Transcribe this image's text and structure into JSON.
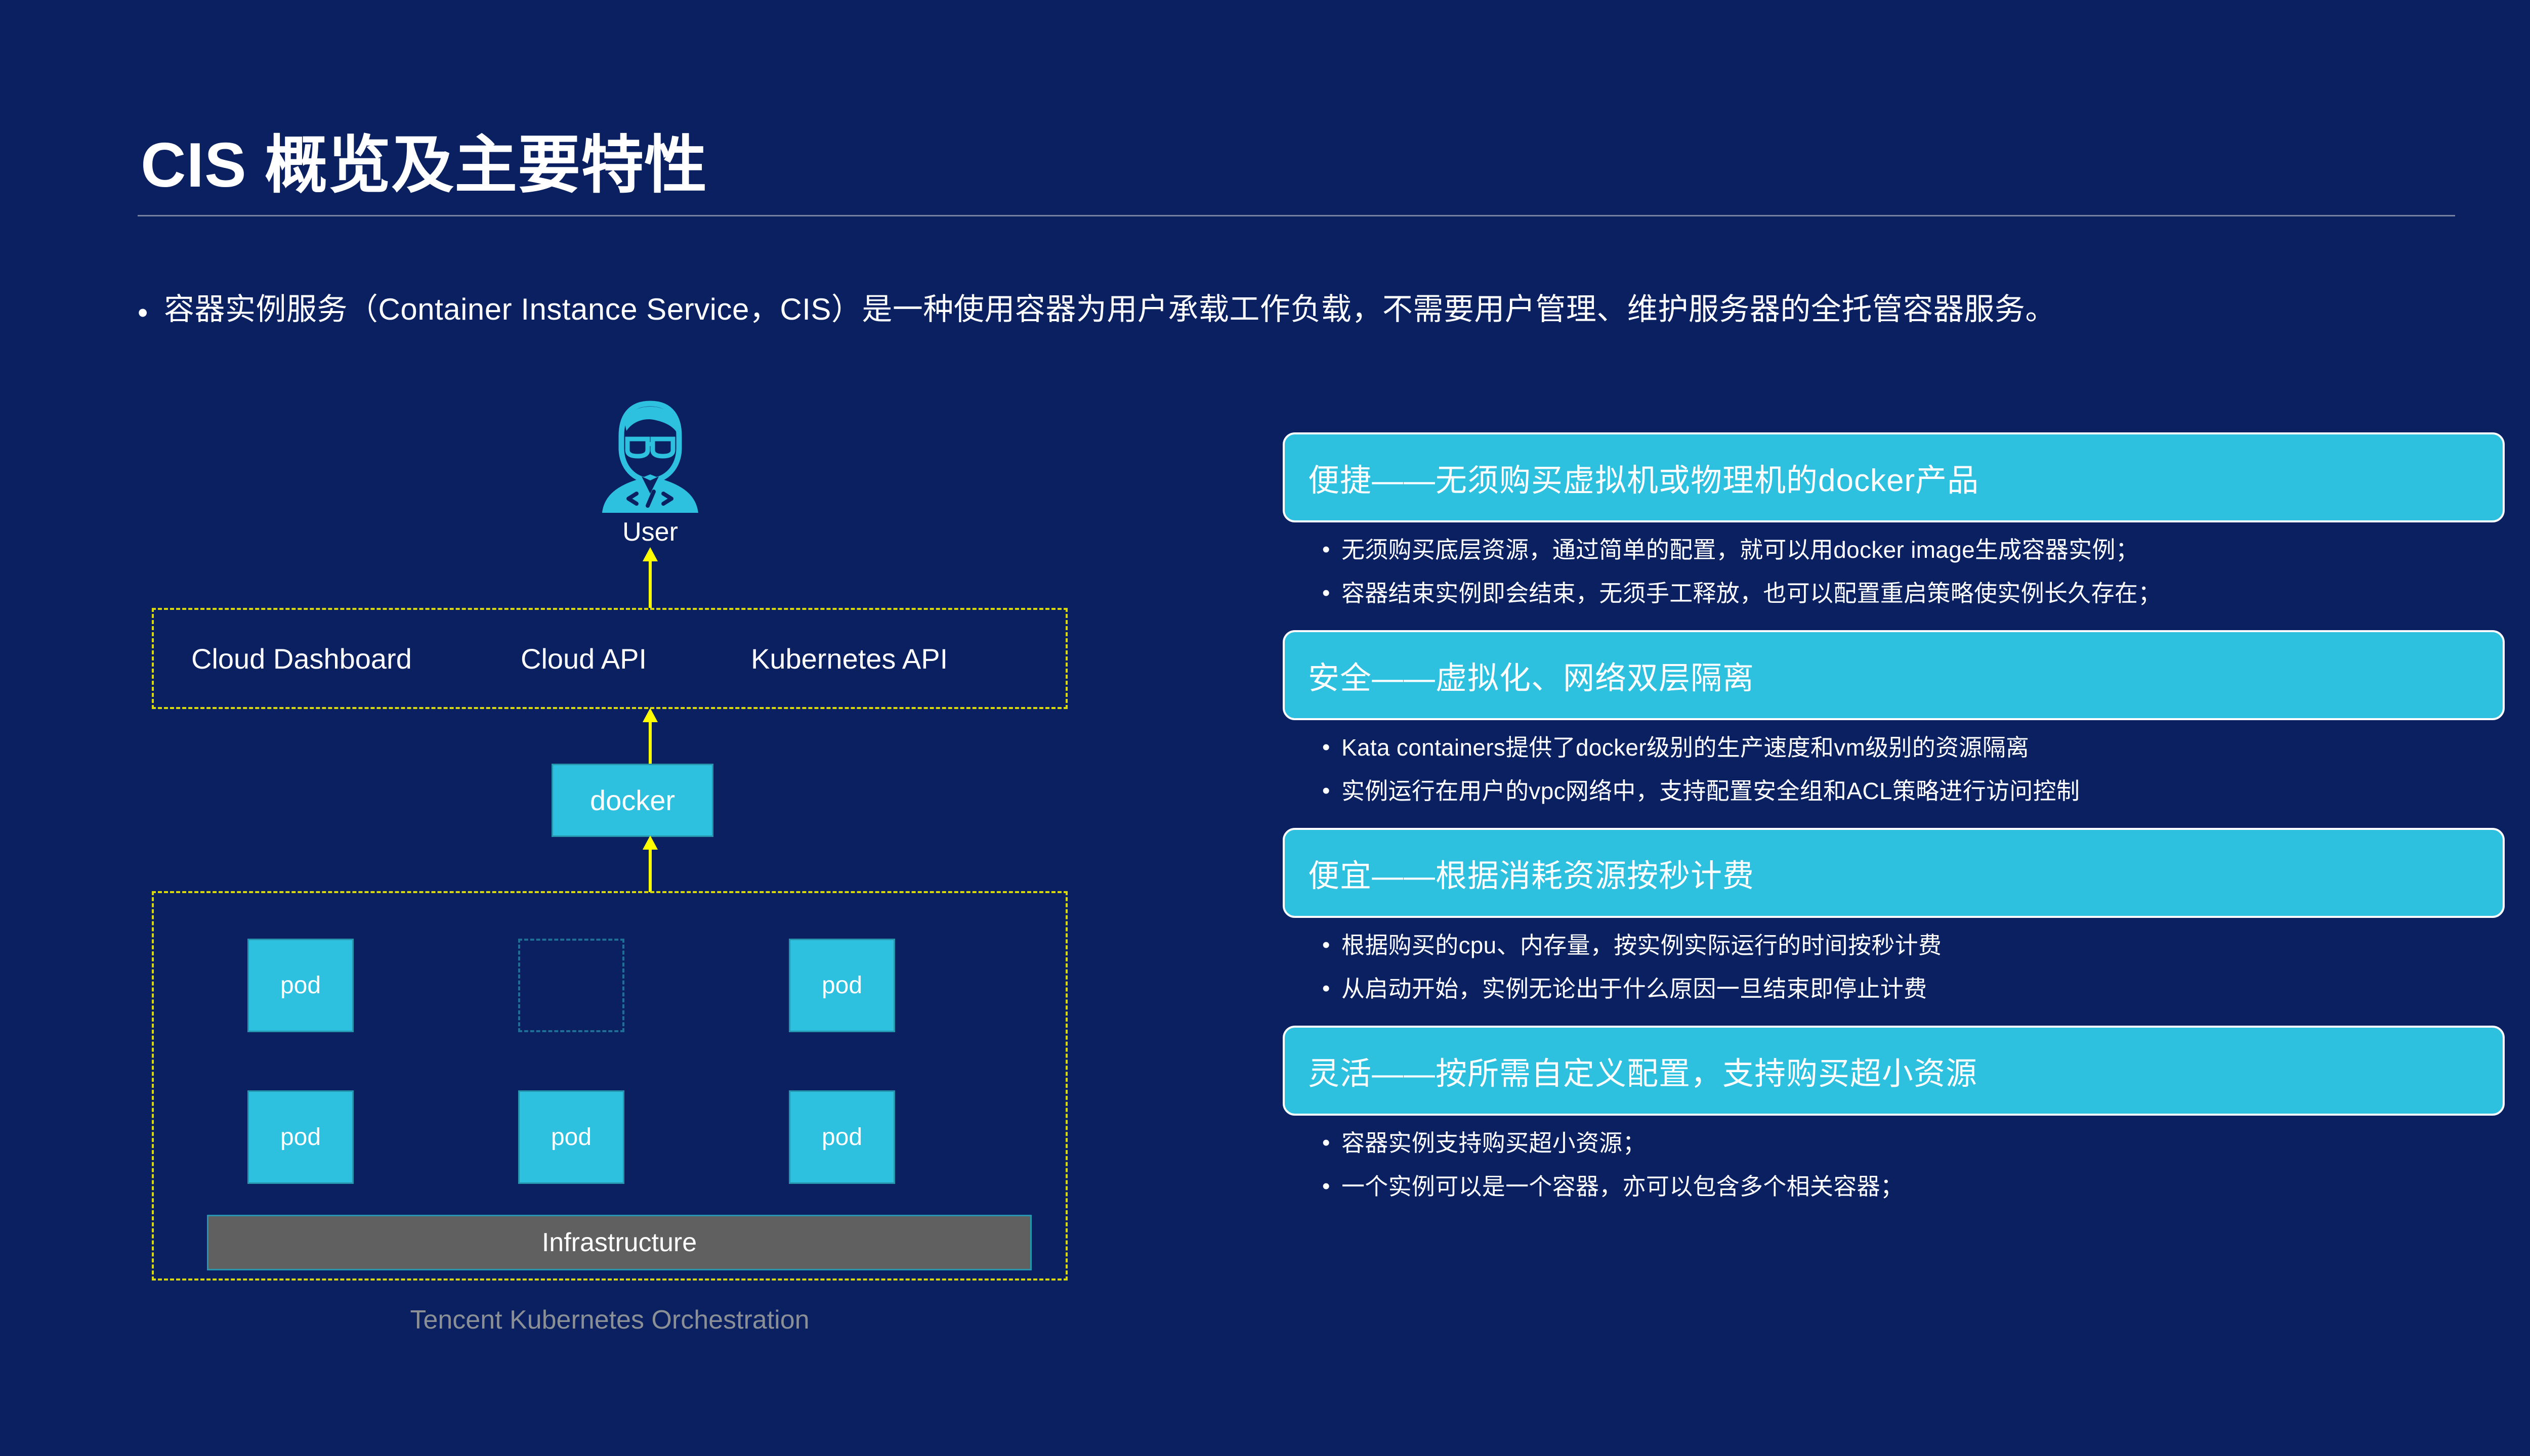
{
  "slide": {
    "title": "CIS 概览及主要特性",
    "intro_bullet": "•",
    "intro_text": "容器实例服务（Container Instance Service，CIS）是一种使用容器为用户承载工作负载，不需要用户管理、维护服务器的全托管容器服务。",
    "background_color": "#0a2060",
    "accent_color": "#2ec0df",
    "arrow_color": "#ffff00"
  },
  "diagram": {
    "user_label": "User",
    "user_icon": "developer-avatar-icon",
    "api_layer": {
      "dashboard": "Cloud Dashboard",
      "cloud_api": "Cloud API",
      "kubernetes_api": "Kubernetes API"
    },
    "docker_label": "docker",
    "pods": [
      {
        "label": "pod",
        "ghost": false
      },
      {
        "label": "",
        "ghost": true
      },
      {
        "label": "pod",
        "ghost": false
      },
      {
        "label": "pod",
        "ghost": false
      },
      {
        "label": "pod",
        "ghost": false
      },
      {
        "label": "pod",
        "ghost": false
      }
    ],
    "infrastructure_label": "Infrastructure",
    "caption": "Tencent Kubernetes Orchestration"
  },
  "features": [
    {
      "title": "便捷——无须购买虚拟机或物理机的docker产品",
      "bullets": [
        "无须购买底层资源，通过简单的配置，就可以用docker image生成容器实例；",
        "容器结束实例即会结束，无须手工释放，也可以配置重启策略使实例长久存在；"
      ]
    },
    {
      "title": "安全——虚拟化、网络双层隔离",
      "bullets": [
        "Kata containers提供了docker级别的生产速度和vm级别的资源隔离",
        "实例运行在用户的vpc网络中，支持配置安全组和ACL策略进行访问控制"
      ]
    },
    {
      "title": "便宜——根据消耗资源按秒计费",
      "bullets": [
        "根据购买的cpu、内存量，按实例实际运行的时间按秒计费",
        "从启动开始，实例无论出于什么原因一旦结束即停止计费"
      ]
    },
    {
      "title": "灵活——按所需自定义配置，支持购买超小资源",
      "bullets": [
        "容器实例支持购买超小资源；",
        "一个实例可以是一个容器，亦可以包含多个相关容器；"
      ]
    }
  ],
  "bullet_glyph": "•"
}
